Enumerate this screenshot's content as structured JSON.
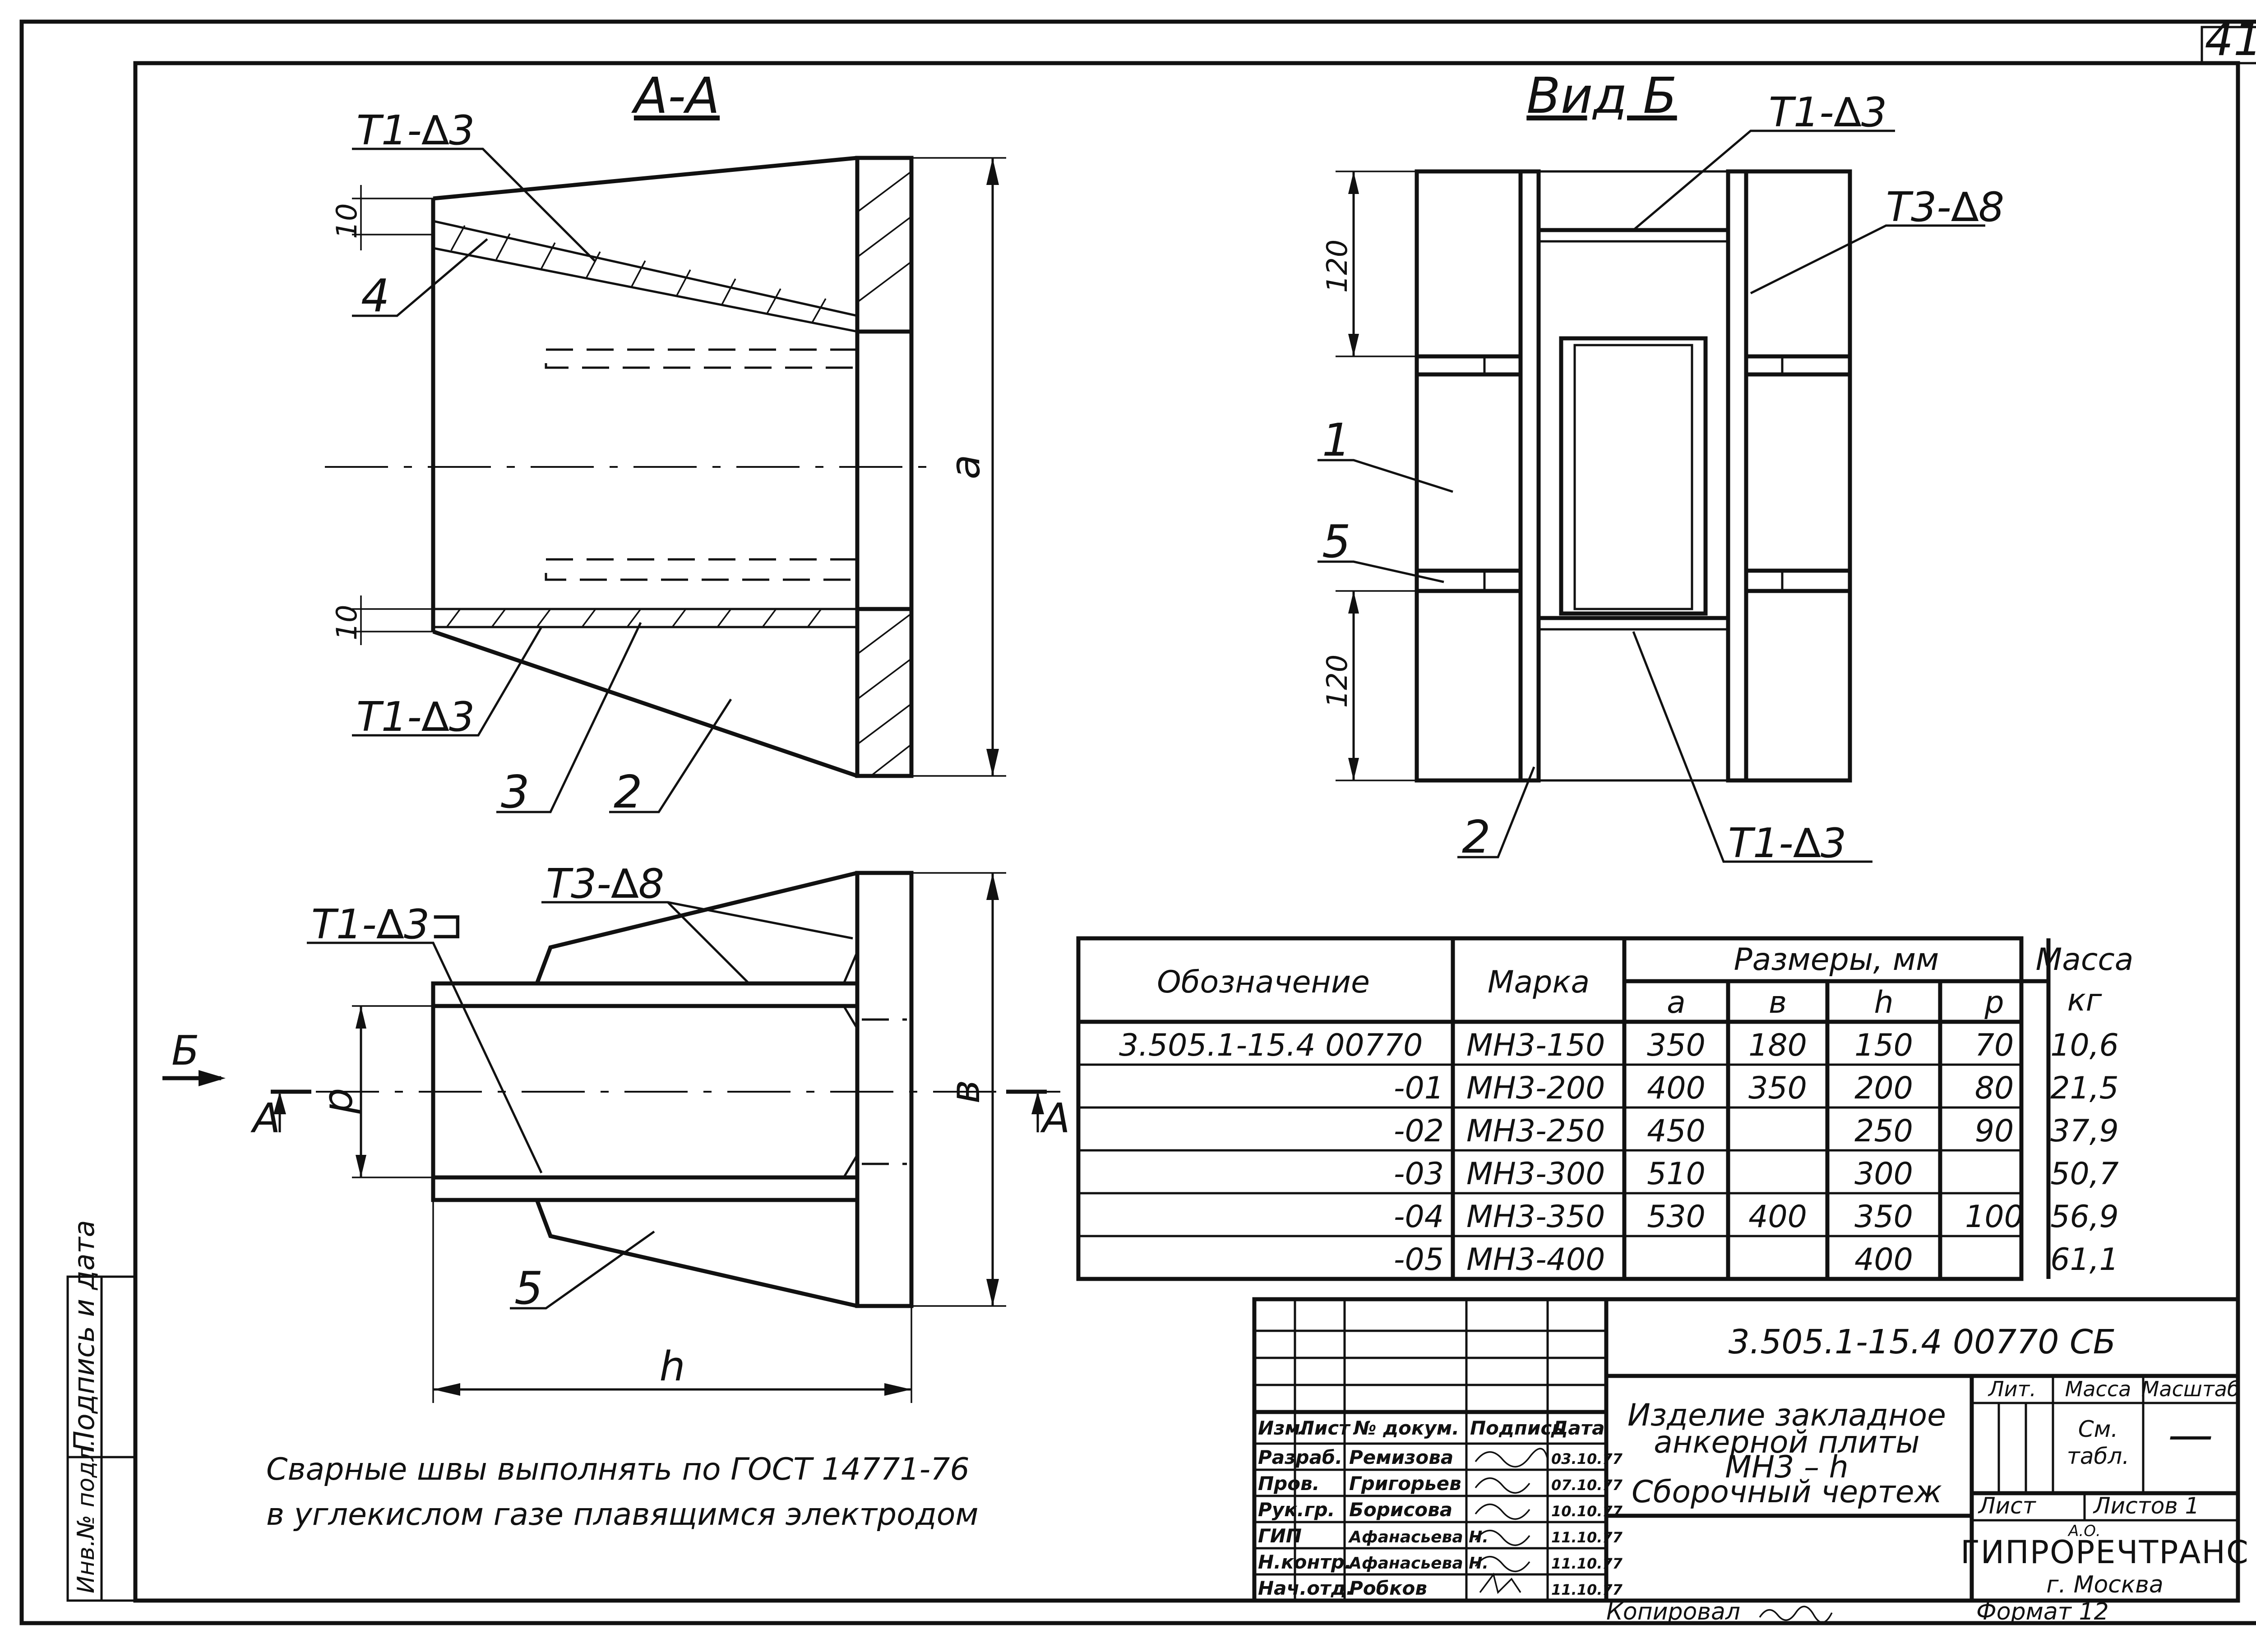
{
  "sheet_number": "41",
  "section_aa": {
    "title": "А-А",
    "weld_top": "Т1-∆3",
    "weld_bottom": "Т1-∆3",
    "dim_10_top": "10",
    "dim_10_bottom": "10",
    "dim_a": "a",
    "pos_4": "4",
    "pos_3": "3",
    "pos_2": "2"
  },
  "view_b": {
    "title": "Вид Б",
    "weld_top": "Т1-∆3",
    "weld_right": "Т3-∆8",
    "weld_bottom": "Т1-∆3",
    "dim_120_top": "120",
    "dim_120_bottom": "120",
    "pos_1": "1",
    "pos_5": "5",
    "pos_2": "2"
  },
  "plan_view": {
    "weld_left": "Т1-∆3⊐",
    "weld_top": "Т3-∆8",
    "arrow_b": "Б",
    "cut_left": "А",
    "cut_right": "А",
    "dim_p": "p",
    "dim_b": "в",
    "dim_h": "h",
    "pos_5": "5"
  },
  "spec_table": {
    "headers": {
      "designation": "Обозначение",
      "mark": "Марка",
      "sizes": "Размеры, мм",
      "mass": "Масса",
      "mass_unit": "кг",
      "a": "a",
      "b": "в",
      "h": "h",
      "p": "p"
    },
    "rows": [
      {
        "designation": "3.505.1-15.4 00770",
        "mark": "МН3-150",
        "a": "350",
        "b": "180",
        "h": "150",
        "p": "70",
        "mass": "10,6"
      },
      {
        "designation": "-01",
        "mark": "МН3-200",
        "a": "400",
        "b": "350",
        "h": "200",
        "p": "80",
        "mass": "21,5"
      },
      {
        "designation": "-02",
        "mark": "МН3-250",
        "a": "450",
        "b": "",
        "h": "250",
        "p": "90",
        "mass": "37,9"
      },
      {
        "designation": "-03",
        "mark": "МН3-300",
        "a": "510",
        "b": "",
        "h": "300",
        "p": "",
        "mass": "50,7"
      },
      {
        "designation": "-04",
        "mark": "МН3-350",
        "a": "530",
        "b": "400",
        "h": "350",
        "p": "100",
        "mass": "56,9"
      },
      {
        "designation": "-05",
        "mark": "МН3-400",
        "a": "",
        "b": "",
        "h": "400",
        "p": "",
        "mass": "61,1"
      }
    ]
  },
  "notes": {
    "line1": "Сварные швы выполнять по ГОСТ 14771-76",
    "line2": "в углекислом газе плавящимся электродом"
  },
  "side_stamp": {
    "signature": "Подпись и дата",
    "inventory": "Инв.№ подл."
  },
  "title_block": {
    "doc_code": "3.505.1-15.4  00770 СБ",
    "name_line1": "Изделие закладное",
    "name_line2": "анкерной плиты",
    "name_line3": "МН3 – h",
    "name_line4": "Сборочный чертеж",
    "col_izm": "Изм.",
    "col_list": "Лист",
    "col_docnum": "№ докум.",
    "col_sign": "Подпись",
    "col_date": "Дата",
    "lit": "Лит.",
    "mass": "Масса",
    "scale": "Масштаб",
    "mass_value_1": "См.",
    "mass_value_2": "табл.",
    "scale_value": "—",
    "sheet": "Лист",
    "sheets": "Листов 1",
    "org_prefix": "А.О.",
    "org": "ГИПРОРЕЧТРАНС",
    "city": "г. Москва",
    "copied": "Копировал",
    "format": "Формат 12",
    "people": [
      {
        "role": "Разраб.",
        "name": "Ремизова",
        "date": "03.10.77"
      },
      {
        "role": "Пров.",
        "name": "Григорьев",
        "date": "07.10.77"
      },
      {
        "role": "Рук.гр.",
        "name": "Борисова",
        "date": "10.10.77"
      },
      {
        "role": "ГИП",
        "name": "Афанасьева Н.",
        "date": "11.10.77"
      },
      {
        "role": "Н.контр.",
        "name": "Афанасьева Н.",
        "date": "11.10.77"
      },
      {
        "role": "Нач.отд.",
        "name": "Робков",
        "date": "11.10.77"
      }
    ]
  }
}
